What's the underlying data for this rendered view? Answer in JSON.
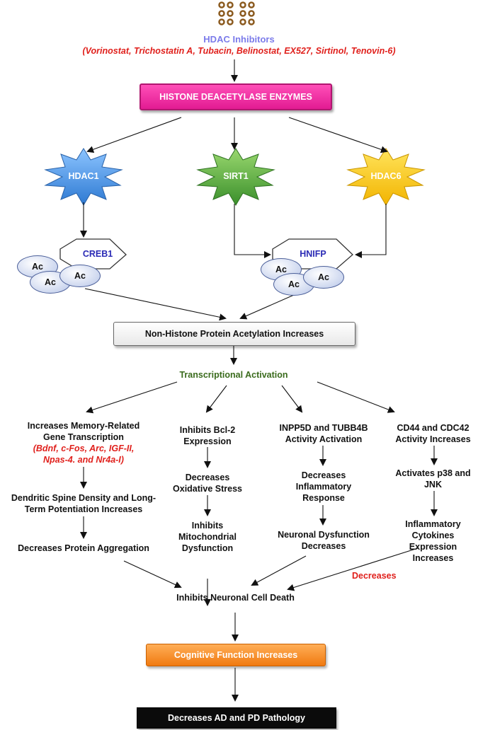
{
  "header": {
    "inhibitors_title": "HDAC Inhibitors",
    "inhibitors_list": "(Vorinostat, Trichostatin A, Tubacin, Belinostat, EX527, Sirtinol, Tenovin-6)"
  },
  "enzymes_box": "HISTONE DEACETYLASE ENZYMES",
  "enzymes": {
    "hdac1": "HDAC1",
    "sirt1": "SIRT1",
    "hdac6": "HDAC6"
  },
  "targets": {
    "creb1": "CREB1",
    "hnifp": "HNIFP",
    "ac": "Ac"
  },
  "acetylation_box": "Non-Histone Protein Acetylation Increases",
  "transcriptional": "Transcriptional Activation",
  "col1": {
    "line1": "Increases Memory-Related",
    "line2": "Gene Transcription",
    "genes1": "(Bdnf, c-Fos, Arc, IGF-II,",
    "genes2": "Npas-4. and Nr4a-I)",
    "step2a": "Dendritic Spine Density and Long-",
    "step2b": "Term Potentiation Increases",
    "step3": "Decreases Protein Aggregation"
  },
  "col2": {
    "step1a": "Inhibits Bcl-2",
    "step1b": "Expression",
    "step2a": "Decreases",
    "step2b": "Oxidative Stress",
    "step3a": "Inhibits",
    "step3b": "Mitochondrial",
    "step3c": "Dysfunction"
  },
  "col3": {
    "step1a": "INPP5D and TUBB4B",
    "step1b": "Activity Activation",
    "step2a": "Decreases",
    "step2b": "Inflammatory",
    "step2c": "Response",
    "step3a": "Neuronal Dysfunction",
    "step3b": "Decreases"
  },
  "col4": {
    "step1a": "CD44 and CDC42",
    "step1b": "Activity Increases",
    "step2a": "Activates p38 and",
    "step2b": "JNK",
    "step3a": "Inflammatory",
    "step3b": "Cytokines",
    "step3c": "Expression",
    "step3d": "Increases"
  },
  "decreases_label": "Decreases",
  "cell_death": "Inhibits Neuronal Cell Death",
  "cognitive_box": "Cognitive Function Increases",
  "final_box": "Decreases AD and PD Pathology",
  "colors": {
    "pink": "#e21b92",
    "blue_star": "#3d8fe0",
    "green_star": "#4aa63a",
    "yellow_star": "#f5c400",
    "orange": "#f07a10",
    "brown_dots": "#8b5a1e"
  }
}
